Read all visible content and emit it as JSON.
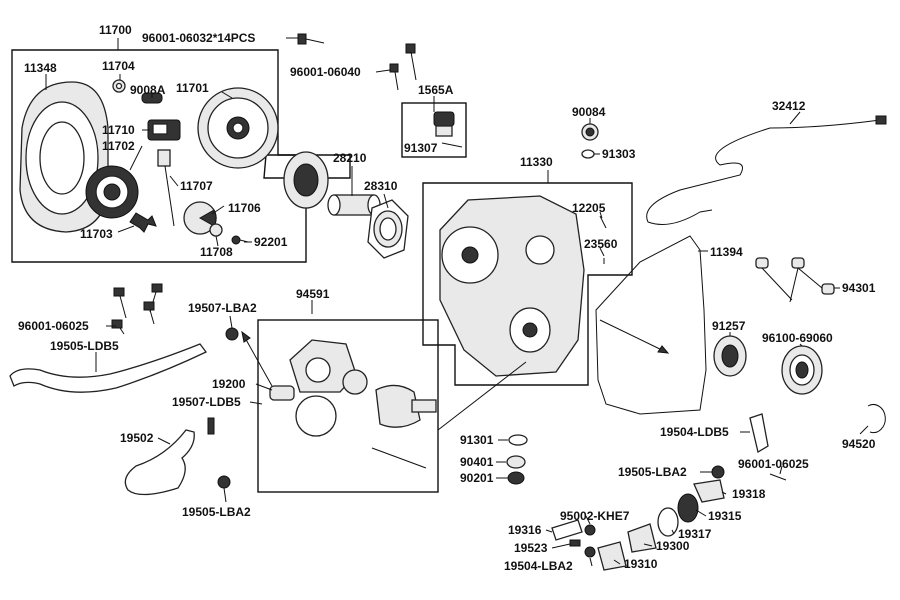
{
  "labels": {
    "l11700": "11700",
    "l9600106032": "96001-06032*14PCS",
    "l11348": "11348",
    "l11704": "11704",
    "l9008A": "9008A",
    "l11701": "11701",
    "l11710": "11710",
    "l11702": "11702",
    "l11707": "11707",
    "l11706": "11706",
    "l11703": "11703",
    "l11708": "11708",
    "l92201": "92201",
    "l9600106040": "96001-06040",
    "l1565A": "1565A",
    "l91307": "91307",
    "l90084": "90084",
    "l91303": "91303",
    "l32412": "32412",
    "l28210": "28210",
    "l28310": "28310",
    "l11330": "11330",
    "l12205": "12205",
    "l23560": "23560",
    "l11394": "11394",
    "l94301": "94301",
    "l91257": "91257",
    "l9610069060": "96100-69060",
    "l94591": "94591",
    "l19507LBA2": "19507-LBA2",
    "l9600106025a": "96001-06025",
    "l19505LDB5": "19505-LDB5",
    "l19200": "19200",
    "l19507LDB5": "19507-LDB5",
    "l19502": "19502",
    "l19505LBA2a": "19505-LBA2",
    "l91301": "91301",
    "l90401": "90401",
    "l90201": "90201",
    "l19504LDB5": "19504-LDB5",
    "l94520": "94520",
    "l19505LBA2b": "19505-LBA2",
    "l9600106025b": "96001-06025",
    "l19318": "19318",
    "l95002KHE7": "95002-KHE7",
    "l19315": "19315",
    "l19316": "19316",
    "l19317": "19317",
    "l19523": "19523",
    "l19300": "19300",
    "l19504LBA2": "19504-LBA2",
    "l19310": "19310"
  }
}
